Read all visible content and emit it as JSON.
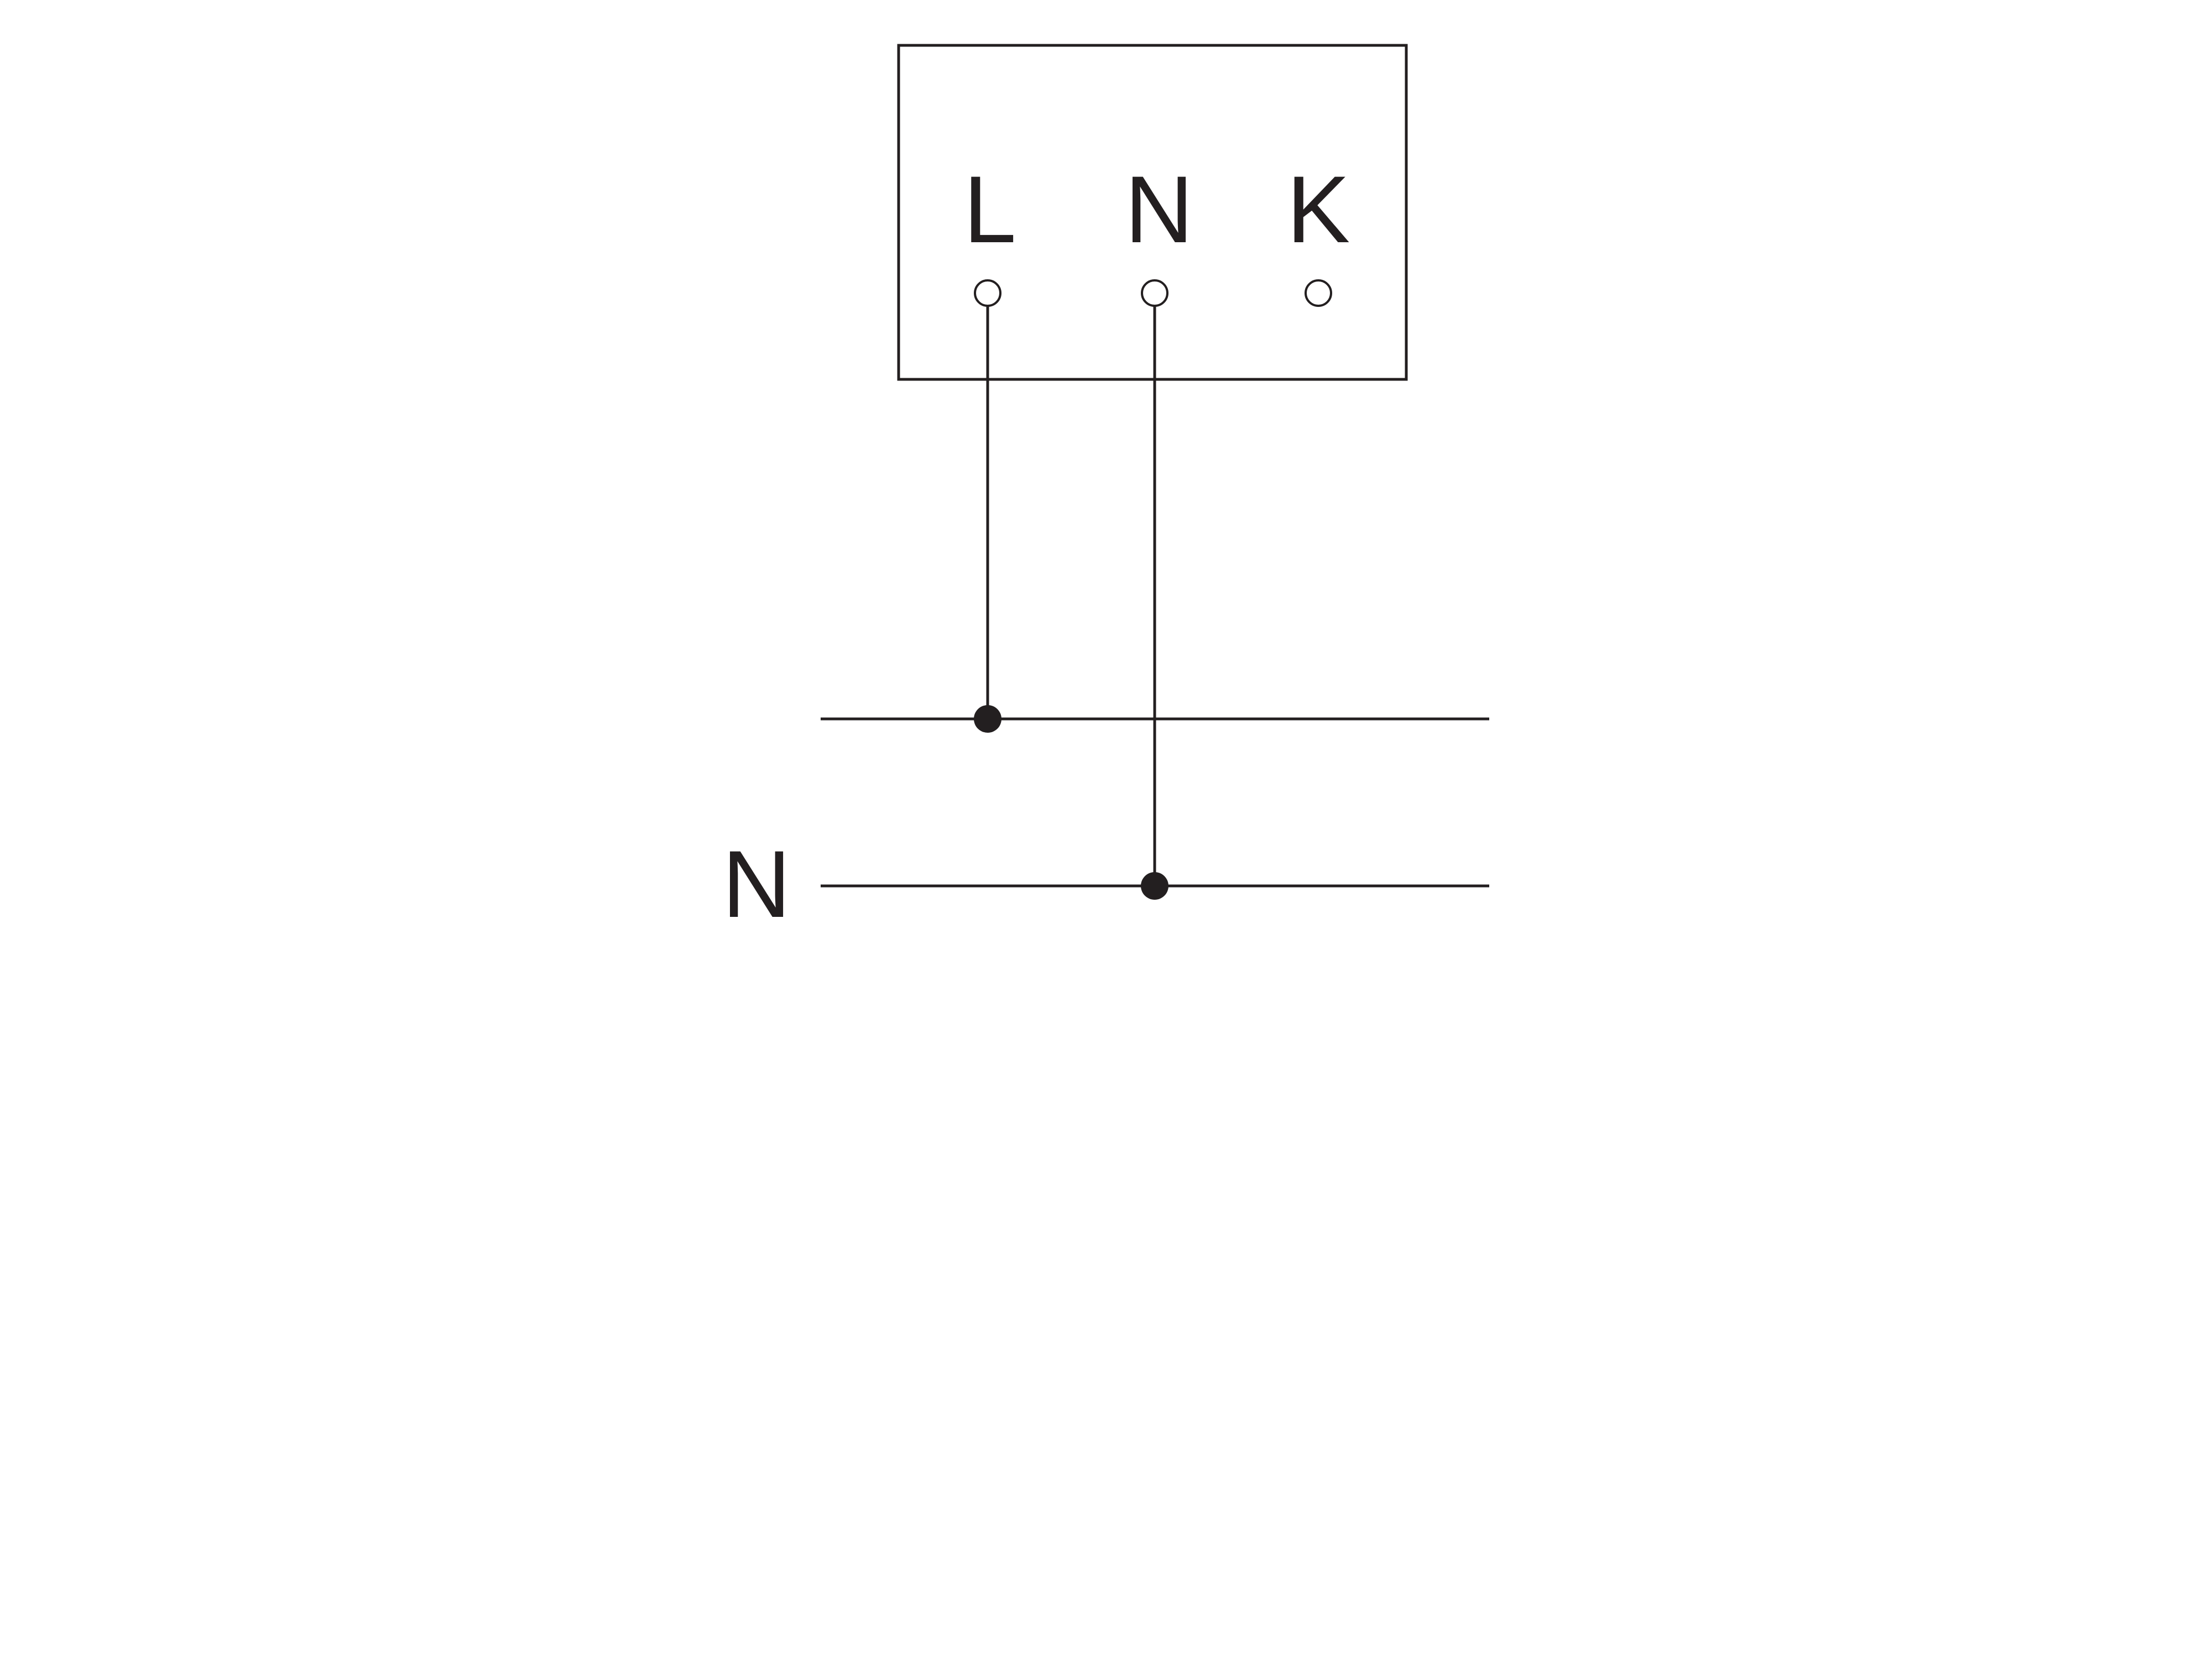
{
  "device": {
    "terminals": [
      {
        "label": "L",
        "connected_to": "upper-bus"
      },
      {
        "label": "N",
        "connected_to": "neutral-bus"
      },
      {
        "label": "K",
        "connected_to": ""
      }
    ]
  },
  "buses": {
    "upper": {
      "label": ""
    },
    "neutral": {
      "label": "N"
    }
  },
  "colors": {
    "line": "#231f20",
    "background": "#ffffff"
  }
}
